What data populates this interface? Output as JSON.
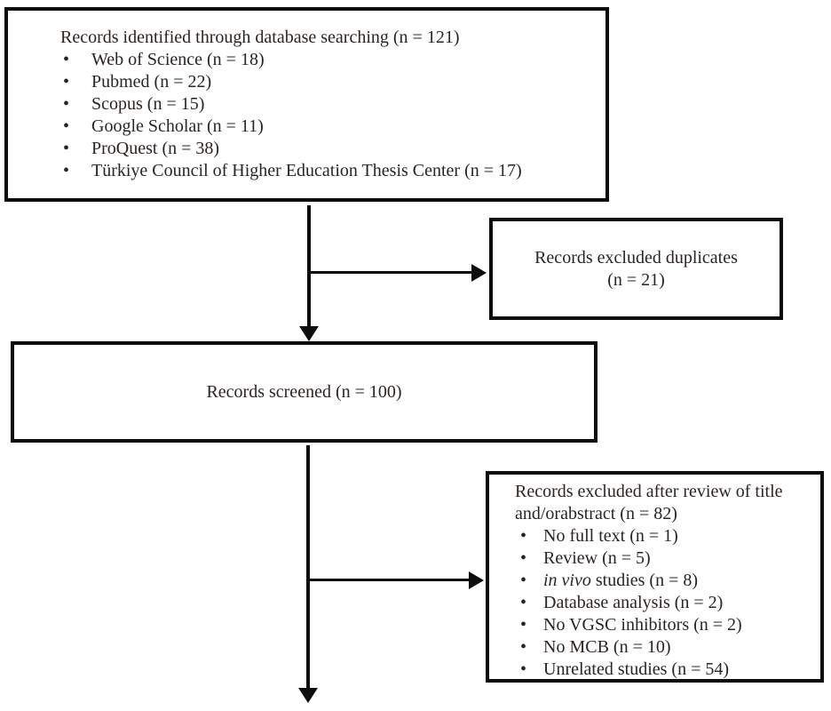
{
  "colors": {
    "background": "#ffffff",
    "border": "#0d0d0d",
    "text": "#2b2420"
  },
  "flowchart": {
    "bullet_char": "•",
    "identification_box": {
      "title": "Records identified through database searching (n = 121)",
      "items": [
        "Web of Science (n = 18)",
        "Pubmed  (n = 22)",
        "Scopus (n = 15)",
        "Google Scholar (n = 11)",
        "ProQuest (n = 38)",
        "Türkiye Council of Higher Education Thesis Center (n = 17)"
      ]
    },
    "duplicates_box": {
      "line1": "Records excluded duplicates",
      "line2": "(n = 21)"
    },
    "screened_box": {
      "label": "Records screened (n = 100)"
    },
    "excluded_box": {
      "title_line1": "Records excluded after review of title",
      "title_line2": "and/orabstract (n = 82)",
      "items": [
        {
          "italic": "",
          "text": "No full text (n = 1)"
        },
        {
          "italic": "",
          "text": "Review (n = 5)"
        },
        {
          "italic": "in vivo",
          "text": " studies (n = 8)"
        },
        {
          "italic": "",
          "text": "Database analysis (n = 2)"
        },
        {
          "italic": "",
          "text": "No VGSC inhibitors (n = 2)"
        },
        {
          "italic": "",
          "text": "No MCB (n = 10)"
        },
        {
          "italic": "",
          "text": "Unrelated studies (n = 54)"
        }
      ]
    }
  }
}
